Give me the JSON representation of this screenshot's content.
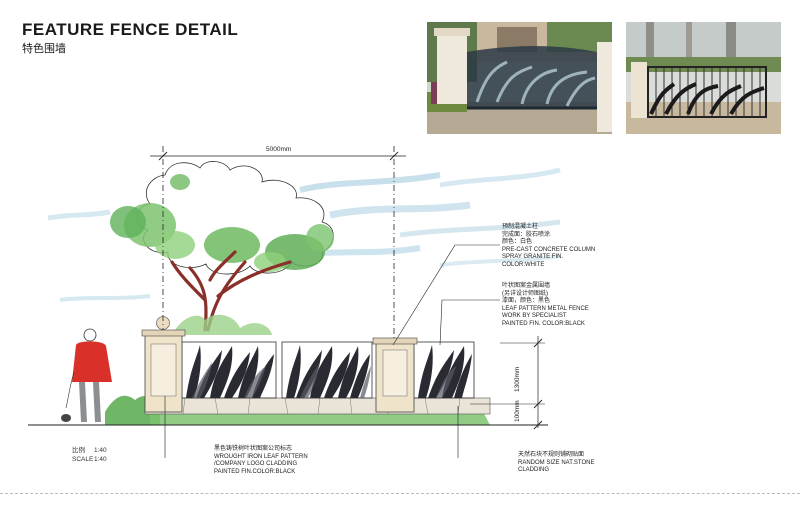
{
  "header": {
    "title": "FEATURE FENCE DETAIL",
    "subtitle": "特色围墙"
  },
  "dimensions": {
    "width": "5000mm",
    "height_upper": "1300mm",
    "height_lower": "100mm"
  },
  "labels": {
    "column": [
      "预制混凝土柱",
      "完成面：胶石喷涂",
      "颜色：白色",
      "PRE-CAST CONCRETE COLUMN",
      "SPRAY GRANITE FIN.",
      "COLOR:WHITE"
    ],
    "fence": [
      "叶状图案金属围墙",
      "(另详设计师图纸)",
      "漆面，颜色：黑色",
      "LEAF PATTERN METAL FENCE",
      "WORK BY SPECIALIST",
      "PAINTED FIN. COLOR:BLACK"
    ],
    "logo": [
      "黑色铸铁树叶状图案公司标志",
      "WROUGHT IRON LEAF PATTERN",
      "/COMPANY LOGO CLADDING",
      "PAINTED FIN.COLOR:BLACK"
    ],
    "stone": [
      "天然石块不规则铺砌贴面",
      "RANDOM SIZE NAT.STONE",
      "CLADDING"
    ]
  },
  "scale": {
    "rows": [
      {
        "label": "比例",
        "value": "1:40"
      },
      {
        "label": "SCALE",
        "value": "1:40"
      }
    ]
  }
}
